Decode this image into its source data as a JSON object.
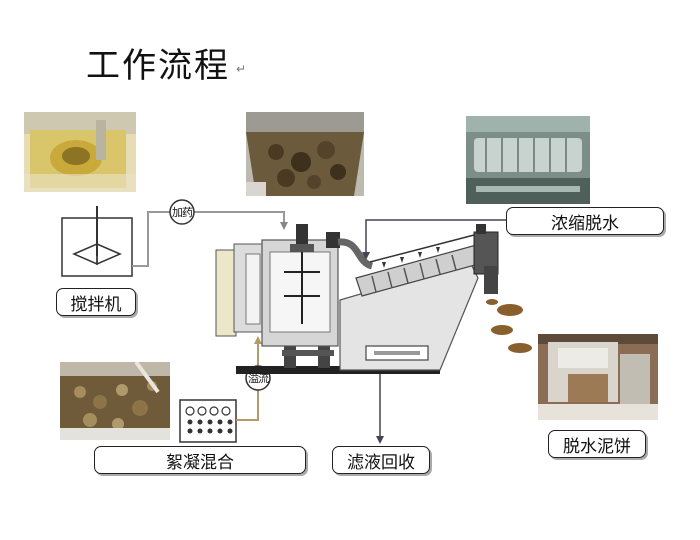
{
  "title": "工作流程",
  "title_mark": "↵",
  "labels": {
    "mixer": "搅拌机",
    "flocculation": "絮凝混合",
    "filtrate": "滤液回收",
    "thickening": "浓缩脱水",
    "cake": "脱水泥饼"
  },
  "circles": {
    "dosing": "加药",
    "overflow": "溢流"
  }
}
